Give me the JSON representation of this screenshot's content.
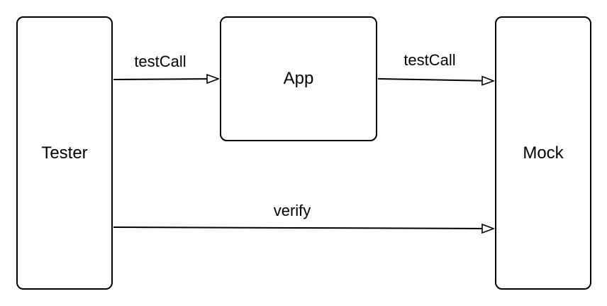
{
  "nodes": {
    "tester": {
      "label": "Tester"
    },
    "app": {
      "label": "App"
    },
    "mock": {
      "label": "Mock"
    }
  },
  "edges": {
    "tester_to_app": {
      "label": "testCall"
    },
    "app_to_mock": {
      "label": "testCall"
    },
    "tester_to_mock": {
      "label": "verify"
    }
  }
}
